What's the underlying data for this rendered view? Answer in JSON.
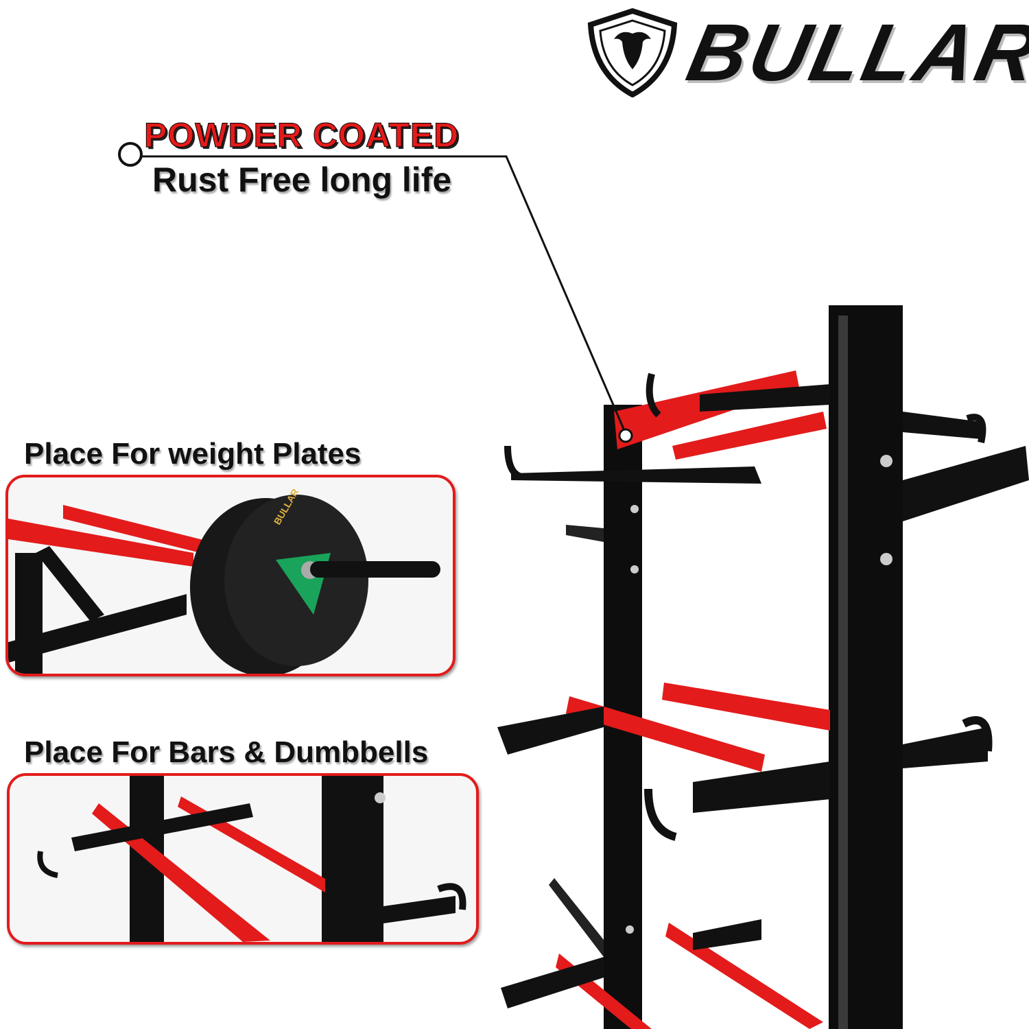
{
  "brand": {
    "name": "BULLAR",
    "logo_icon": "bull-shield-icon"
  },
  "callout": {
    "title": "POWDER COATED",
    "subtitle": "Rust Free long life"
  },
  "features": [
    {
      "label": "Place For weight Plates",
      "plate_text": "BULLAR"
    },
    {
      "label": "Place For Bars & Dumbbells"
    }
  ],
  "colors": {
    "accent": "#e31b1b",
    "frame": "#111111",
    "plate_hub": "#1aa35a"
  }
}
